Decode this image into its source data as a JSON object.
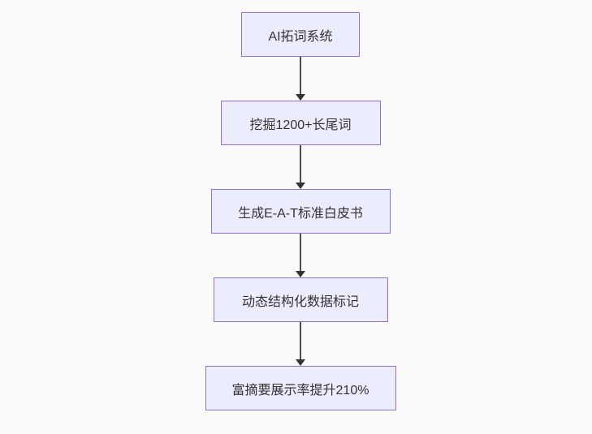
{
  "page": {
    "background_color": "#fafafa"
  },
  "diagram": {
    "type": "flowchart",
    "direction": "top-down",
    "node_fill_color": "#ECECFF",
    "node_border_color": "#9370DB",
    "node_text_color": "#333333",
    "arrow_color": "#333333",
    "nodes": [
      {
        "id": "n1",
        "label": "AI拓词系统"
      },
      {
        "id": "n2",
        "label": "挖掘1200+长尾词"
      },
      {
        "id": "n3",
        "label": "生成E-A-T标准白皮书"
      },
      {
        "id": "n4",
        "label": "动态结构化数据标记"
      },
      {
        "id": "n5",
        "label": "富摘要展示率提升210%"
      }
    ],
    "edges": [
      {
        "from": "n1",
        "to": "n2"
      },
      {
        "from": "n2",
        "to": "n3"
      },
      {
        "from": "n3",
        "to": "n4"
      },
      {
        "from": "n4",
        "to": "n5"
      }
    ]
  }
}
